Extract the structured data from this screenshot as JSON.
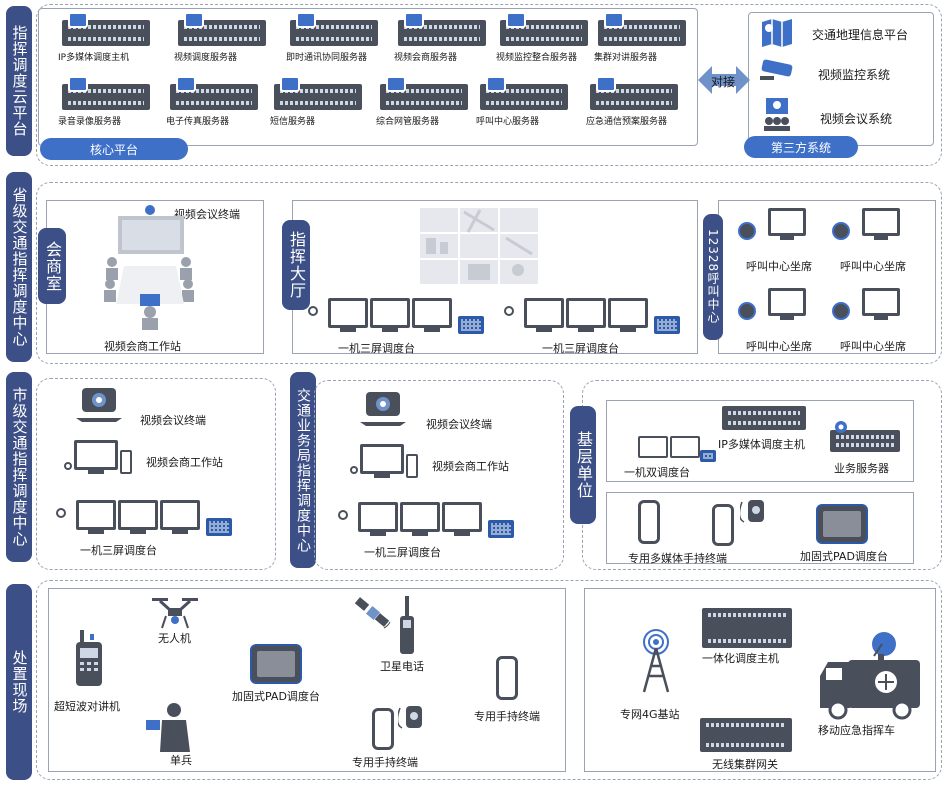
{
  "rows": {
    "cloud": "指挥调度云平台",
    "province": "省级交通指挥调度中心",
    "city": "市级交通指挥调度中心",
    "scene": "处置现场"
  },
  "cloud": {
    "core_servers": [
      "IP多媒体调度主机",
      "视频调度服务器",
      "即时通讯协同服务器",
      "视频会商服务器",
      "视频监控整合服务器",
      "集群对讲服务器",
      "录音录像服务器",
      "电子传真服务器",
      "短信服务器",
      "综合网管服务器",
      "呼叫中心服务器",
      "应急通信预案服务器"
    ],
    "core_label": "核心平台",
    "link_label": "对接",
    "third_party": [
      "交通地理信息平台",
      "视频监控系统",
      "视频会议系统"
    ],
    "third_label": "第三方系统"
  },
  "province": {
    "meeting_room": {
      "title": "会商室",
      "terminal": "视频会议终端",
      "workstation": "视频会商工作站"
    },
    "command_hall": {
      "title": "指挥大厅",
      "desk_left": "一机三屏调度台",
      "desk_right": "一机三屏调度台"
    },
    "call_center": {
      "title": "12328呼叫中心",
      "seats": [
        "呼叫中心坐席",
        "呼叫中心坐席",
        "呼叫中心坐席",
        "呼叫中心坐席"
      ]
    }
  },
  "city": {
    "left": {
      "terminal": "视频会议终端",
      "workstation": "视频会商工作站",
      "desk": "一机三屏调度台"
    },
    "bureau": {
      "title": "交通业务局指挥调度中心",
      "terminal": "视频会议终端",
      "workstation": "视频会商工作站",
      "desk": "一机三屏调度台"
    },
    "base": {
      "title": "基层单位",
      "ip_host": "IP多媒体调度主机",
      "dual": "一机双调度台",
      "biz_server": "业务服务器",
      "handheld": "专用多媒体手持终端",
      "pad": "加固式PAD调度台"
    }
  },
  "scene": {
    "left": {
      "walkie": "超短波对讲机",
      "drone": "无人机",
      "pad": "加固式PAD调度台",
      "sat": "卫星电话",
      "handheld": "专用手持终端",
      "handheld2": "专用手持终端",
      "soldier": "单兵"
    },
    "right": {
      "base_station": "专网4G基站",
      "host": "一体化调度主机",
      "gateway": "无线集群网关",
      "vehicle": "移动应急指挥车"
    }
  },
  "colors": {
    "accent": "#3c4f86",
    "pill": "#3f70c8",
    "blue": "#2d5aa8",
    "device": "#4a4f5c"
  }
}
